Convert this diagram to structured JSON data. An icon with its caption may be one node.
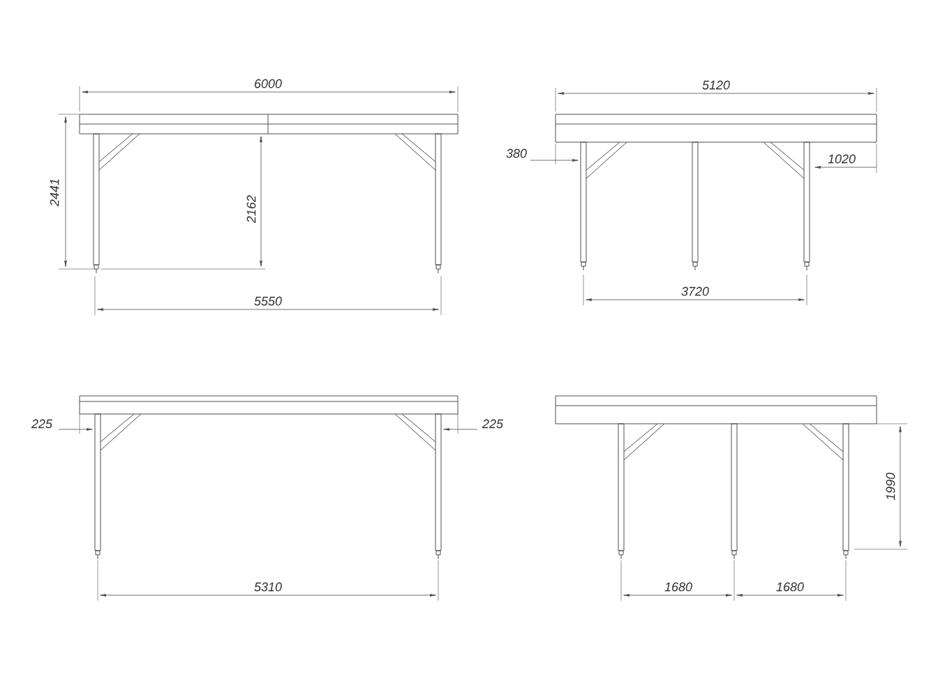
{
  "diagram": {
    "labels": [
      "6000",
      "5120",
      "380",
      "1020",
      "2441",
      "2162",
      "5550",
      "3720",
      "225",
      "225",
      "1990",
      "5310",
      "1680",
      "1680"
    ]
  }
}
